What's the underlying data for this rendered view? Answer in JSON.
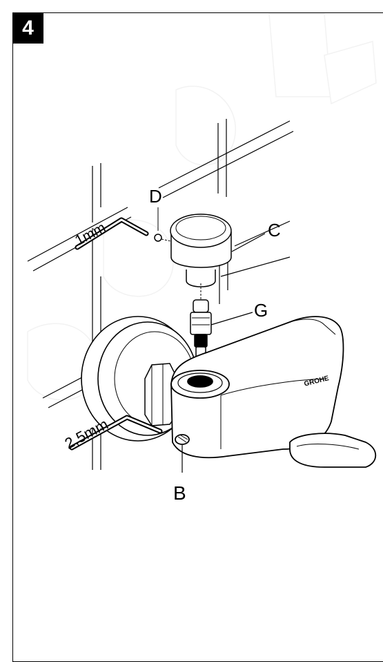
{
  "step_number": "4",
  "labels": {
    "d": "D",
    "c": "C",
    "g": "G",
    "b": "B",
    "key_small": "1mm",
    "key_large": "2,5mm"
  },
  "brand_mark": "GROHE"
}
